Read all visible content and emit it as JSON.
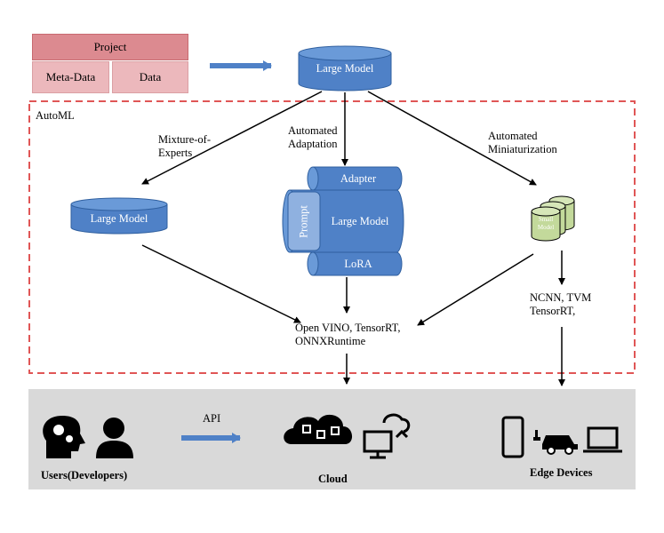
{
  "project": {
    "title": "Project",
    "meta": "Meta-Data",
    "data": "Data"
  },
  "top_model": {
    "label": "Large Model"
  },
  "automl": {
    "label": "AutoML"
  },
  "branches": {
    "moe": {
      "line1": "Mixture-of-",
      "line2": "Experts"
    },
    "adaptation": {
      "line1": "Automated",
      "line2": "Adaptation"
    },
    "mini": {
      "line1": "Automated",
      "line2": "Miniaturization"
    }
  },
  "left_model": {
    "label": "Large Model"
  },
  "adapted_model": {
    "adapter": "Adapter",
    "prompt": "Prompt",
    "center": "Large Model",
    "lora": "LoRA"
  },
  "small_model": {
    "line1": "Small",
    "line2": "Model"
  },
  "runtimes": {
    "line1": "Open VINO, TensorRT,",
    "line2": "ONNXRuntime"
  },
  "edge_runtimes": {
    "line1": "NCNN, TVM",
    "line2": "TensorRT,"
  },
  "bottom": {
    "api": "API",
    "users": "Users(Developers)",
    "cloud": "Cloud",
    "edge": "Edge Devices"
  },
  "colors": {
    "model_fill": "#4f81c7",
    "model_top": "#6a9ad8",
    "small_model": "#c3d99b",
    "dashed_border": "#e05656",
    "arrow_blue": "#4f81c7",
    "band": "#d9d9d9"
  }
}
